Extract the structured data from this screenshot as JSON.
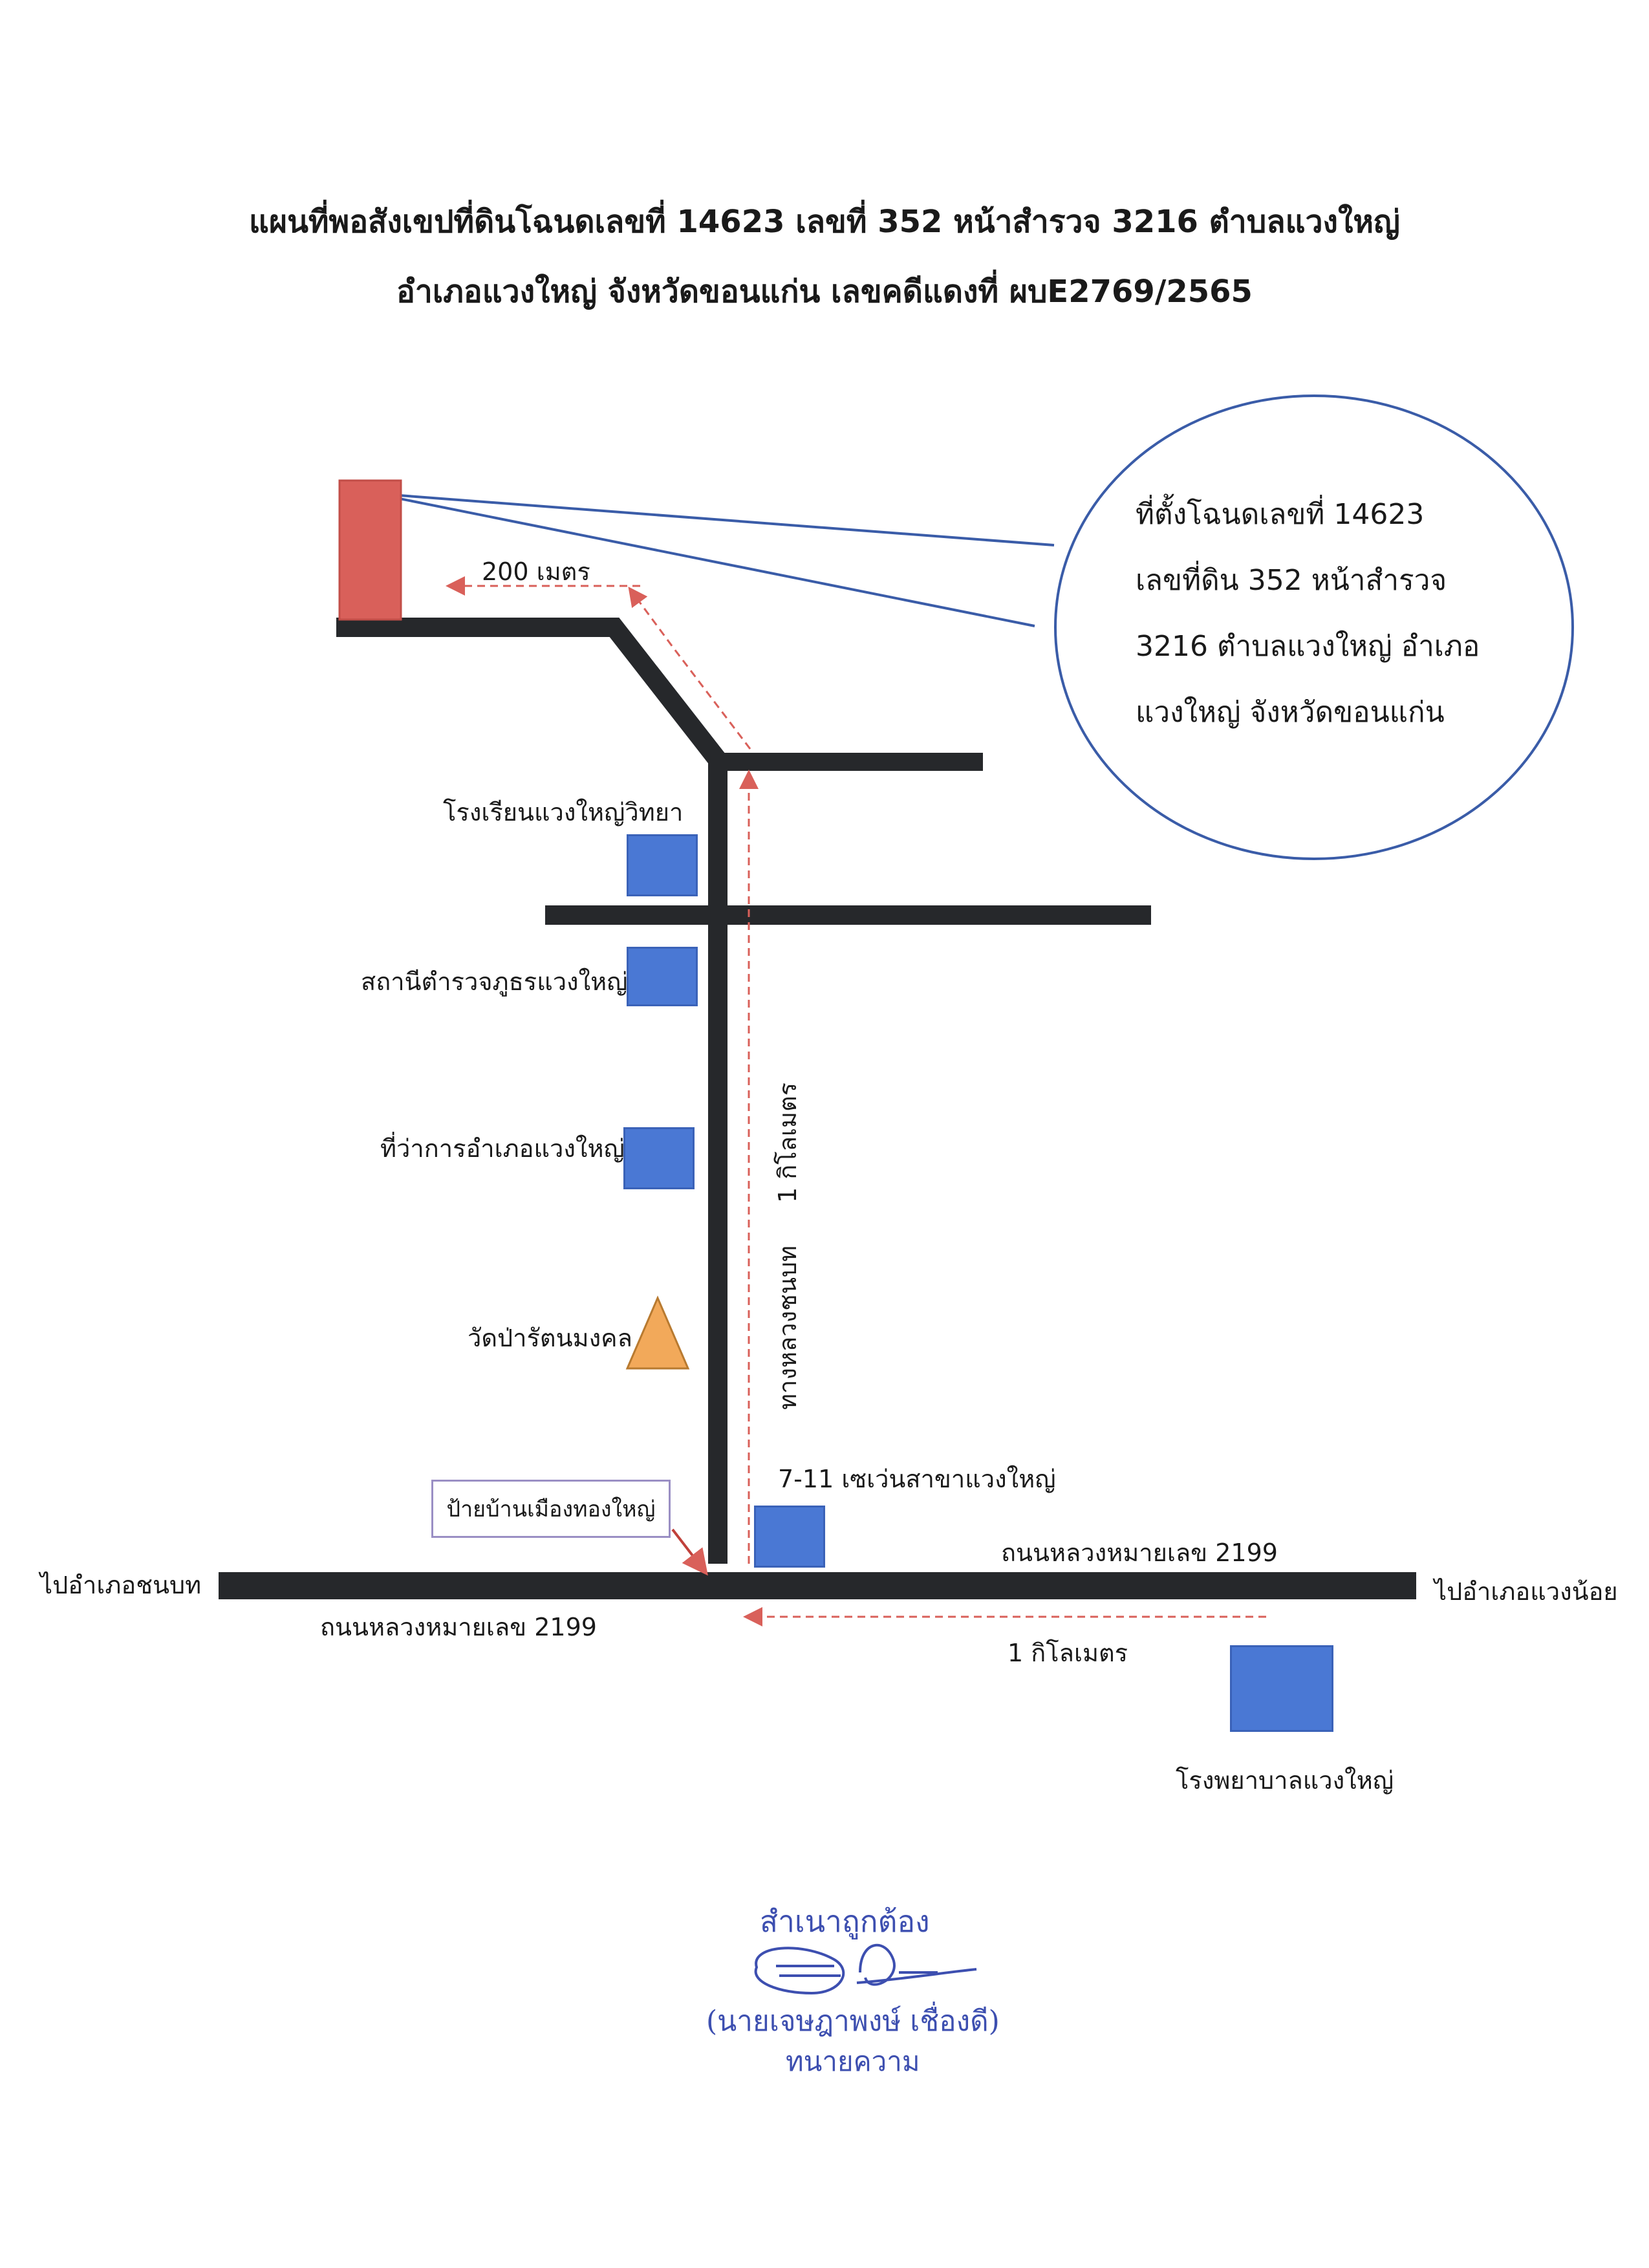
{
  "title": {
    "line1": "แผนที่พอสังเขปที่ดินโฉนดเลขที่ 14623 เลขที่ 352 หน้าสำรวจ 3216 ตำบลแวงใหญ่",
    "line2": "อำเภอแวงใหญ่ จังหวัดขอนแก่น  เลขคดีแดงที่ ผบE2769/2565"
  },
  "callout": {
    "lines": [
      "ที่ตั้งโฉนดเลขที่ 14623",
      "เลขที่ดิน 352 หน้าสำรวจ",
      "3216 ตำบลแวงใหญ่ อำเภอ",
      "แวงใหญ่ จังหวัดขอนแก่น"
    ]
  },
  "distances": {
    "upper": "200 เมตร",
    "vertical": "1 กิโลเมตร",
    "lower": "1  กิโลเมตร"
  },
  "road_labels": {
    "vertical_road": "ทางหลวงชนบท",
    "highway_right": "ถนนหลวงหมายเลข 2199",
    "highway_left": "ถนนหลวงหมายเลข 2199",
    "to_left": "ไปอำเภอชนบท",
    "to_right": "ไปอำเภอแวงน้อย"
  },
  "landmarks": {
    "school": "โรงเรียนแวงใหญ่วิทยา",
    "police": "สถานีตำรวจภูธรแวงใหญ่",
    "district_office": "ที่ว่าการอำเภอแวงใหญ่",
    "temple": "วัดป่ารัตนมงคล",
    "seven_eleven": "7-11 เซเว่นสาขาแวงใหญ่",
    "village_sign": "ป้ายบ้านเมืองทองใหญ่",
    "hospital": "โรงพยาบาลแวงใหญ่"
  },
  "certification": {
    "heading": "สำเนาถูกต้อง",
    "name": "(นายเจษฎาพงษ์  เชื่องดี)",
    "position": "ทนายความ"
  },
  "colors": {
    "road": "#26282b",
    "plot": "#d9605a",
    "building": "#4a78d4",
    "temple": "#f2a95a",
    "callout_line": "#3a5ca8",
    "dash": "#d9605a",
    "stamp": "#3d4fb0"
  }
}
